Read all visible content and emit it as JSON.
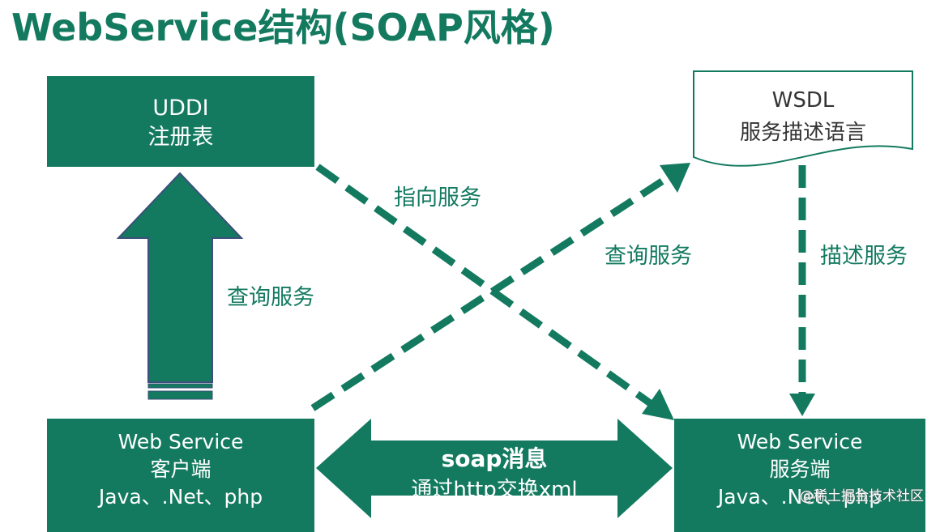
{
  "title": "WebService结构(SOAP风格)",
  "uddi": {
    "line1": "UDDI",
    "line2": "注册表"
  },
  "wsdl": {
    "line1": "WSDL",
    "line2": "服务描述语言"
  },
  "client": {
    "line1": "Web Service",
    "line2": "客户端",
    "line3": "Java、.Net、php"
  },
  "server": {
    "line1": "Web Service",
    "line2": "服务端",
    "line3": "Java、.Net、php"
  },
  "labels": {
    "query_left": "查询服务",
    "point_service": "指向服务",
    "query_right": "查询服务",
    "describe": "描述服务"
  },
  "soap": {
    "line1": "soap消息",
    "line2": "通过http交换xml"
  },
  "watermark": "@稀土掘金技术社区",
  "colors": {
    "green": "#137a60",
    "arrow_edge": "#3b4f7a"
  }
}
